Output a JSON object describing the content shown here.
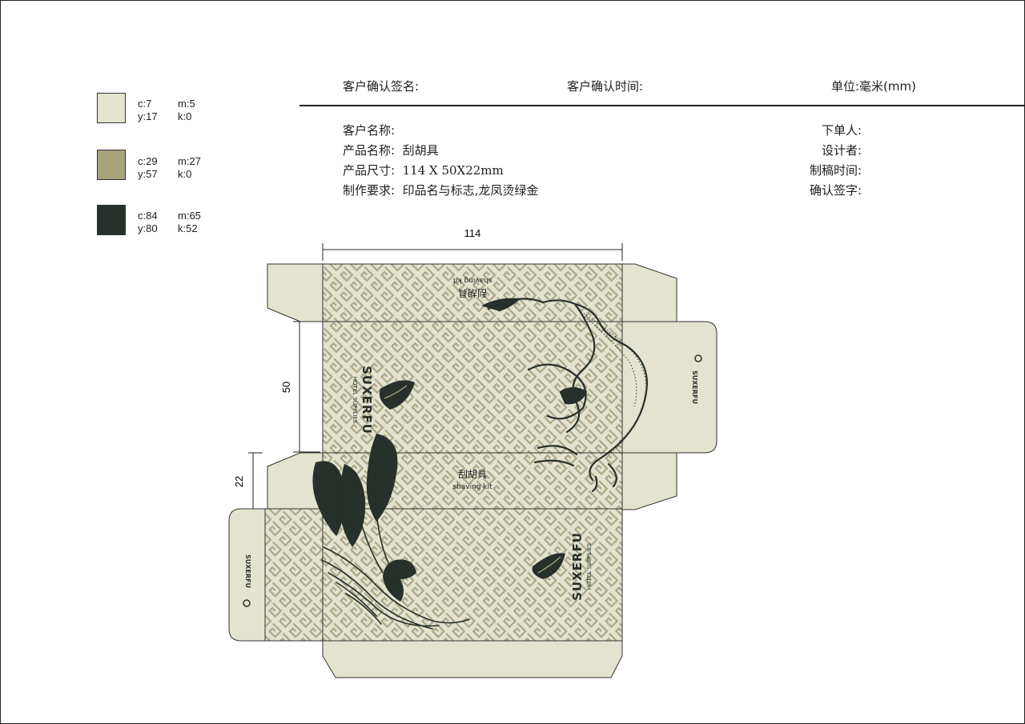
{
  "swatches": [
    {
      "color": "#e3e3cf",
      "c": "c:7",
      "m": "m:5",
      "y": "y:17",
      "k": "k:0"
    },
    {
      "color": "#a9a27a",
      "c": "c:29",
      "m": "m:27",
      "y": "y:57",
      "k": "k:0"
    },
    {
      "color": "#27302a",
      "c": "c:84",
      "m": "m:65",
      "y": "y:80",
      "k": "k:52"
    }
  ],
  "header": {
    "signature_label": "客户确认签名:",
    "confirm_time_label": "客户确认时间:",
    "unit_label": "单位:毫米(mm)"
  },
  "info": {
    "customer_name_label": "客户名称:",
    "product_name_label": "产品名称:",
    "product_name_value": "刮胡具",
    "size_label": "产品尺寸:",
    "size_value": "114 X 50X22mm",
    "requirement_label": "制作要求:",
    "requirement_value": "印品名与标志,龙凤烫绿金",
    "orderer_label": "下单人:",
    "designer_label": "设计者:",
    "draft_time_label": "制稿时间:",
    "confirm_sign_label": "确认签字:"
  },
  "dimensions": {
    "width": "114",
    "height": "50",
    "depth": "22"
  },
  "package": {
    "product_cn": "刮胡具",
    "product_en": "shaving kit",
    "brand": "SUXERFU",
    "brand_sub": "HOTEL SUPPLIES",
    "dragon_icon": "dragon-icon",
    "phoenix_icon": "phoenix-icon",
    "leaf_icon": "leaf-logo-icon",
    "recycle_icon": "recycle-icon"
  },
  "colors": {
    "panel": "#e3e3cf",
    "pattern": "#aaa88a",
    "ink": "#27302a"
  }
}
